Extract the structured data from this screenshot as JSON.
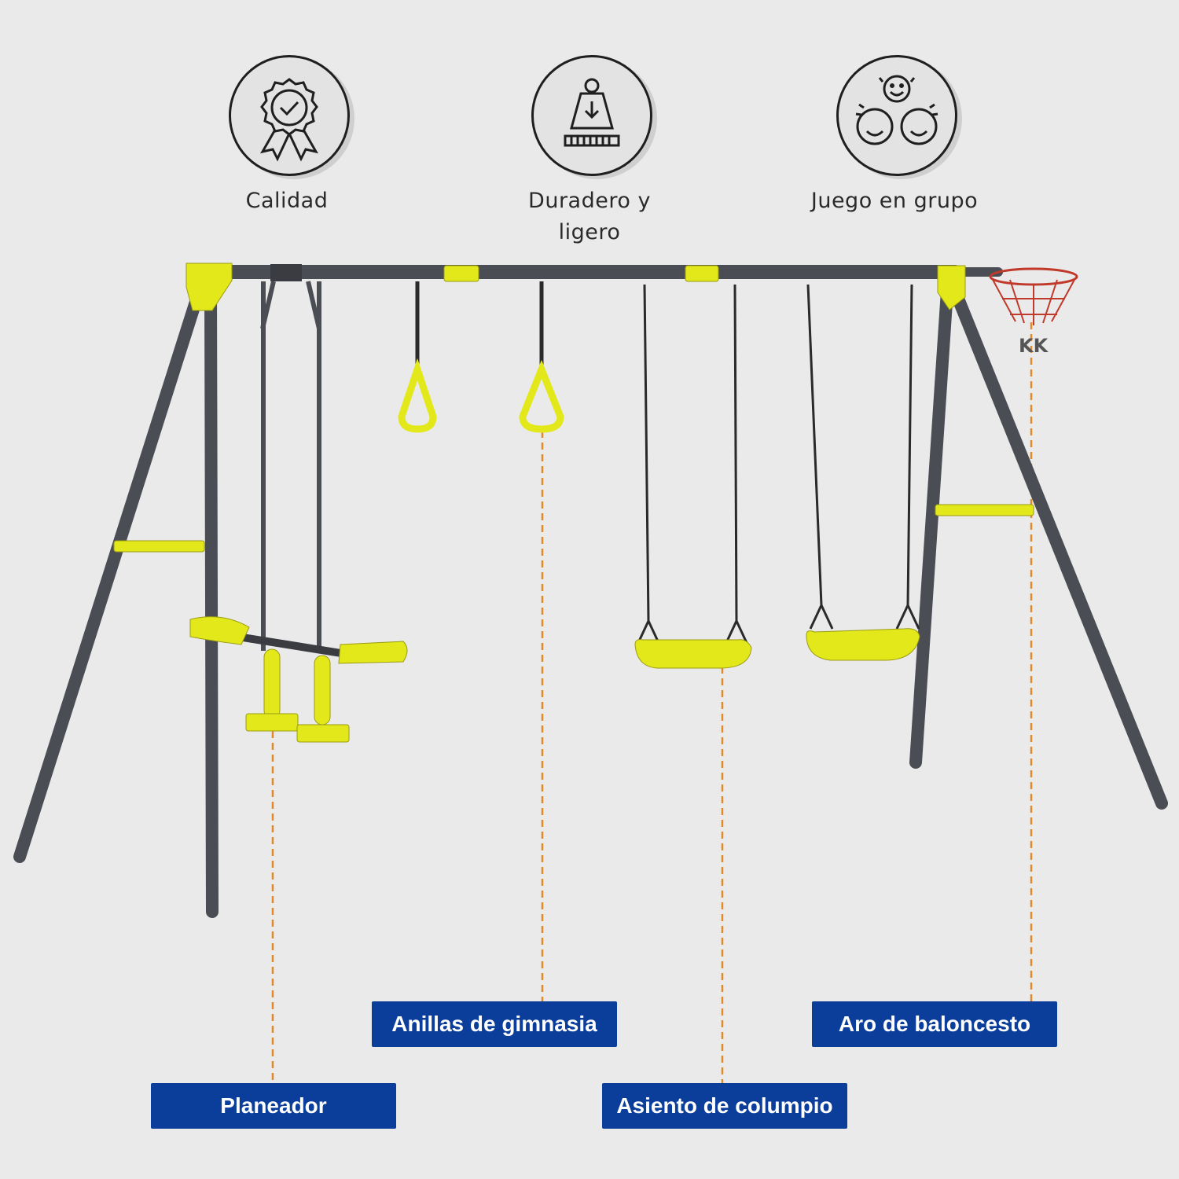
{
  "features": [
    {
      "label": "Calidad",
      "icon": "quality-badge-icon"
    },
    {
      "label": "Duradero y",
      "label2": "ligero",
      "icon": "weight-durability-icon"
    },
    {
      "label": "Juego en grupo",
      "icon": "group-play-icon"
    }
  ],
  "callouts": {
    "gym_rings": "Anillas de gimnasia",
    "basketball_hoop": "Aro de baloncesto",
    "glider": "Planeador",
    "swing_seat": "Asiento de columpio"
  },
  "colors": {
    "frame": "#4a4d54",
    "accent": "#e3e81a",
    "callout_bg": "#0b3d9b",
    "leader_line": "#e08a2a",
    "hoop_net": "#c0392b"
  }
}
